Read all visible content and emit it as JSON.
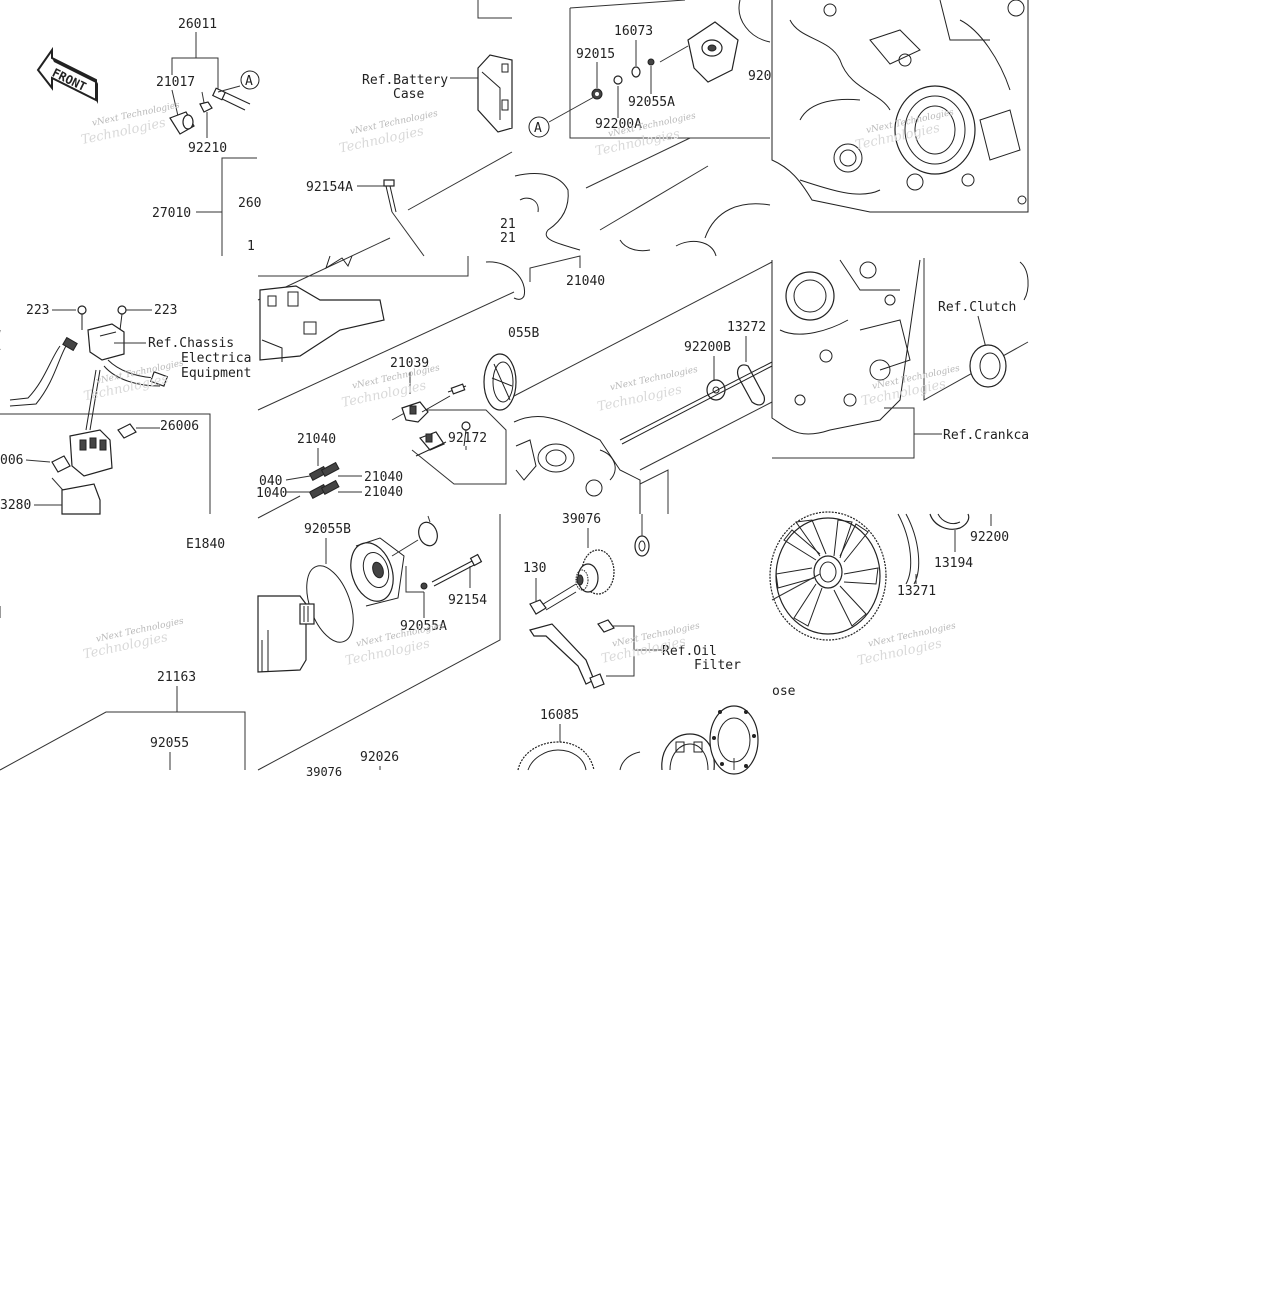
{
  "diagram": {
    "front_label": "FRONT",
    "callout_letter": "A",
    "diagram_code": "E1840",
    "watermark_line1": "vNext Technologies",
    "watermark_line2": "Technologies",
    "part_labels": {
      "p26011": "26011",
      "p21017": "21017",
      "p92210": "92210",
      "p27010": "27010",
      "p260": "260",
      "p1": "1",
      "p223a": "223",
      "p223b": "223",
      "p26006a": "26006",
      "p006": "006",
      "p3280": "3280",
      "p21163": "21163",
      "p92055": "92055",
      "p92154A": "92154A",
      "p21039": "21039",
      "p21040a": "21040",
      "p21040b": "21040",
      "p21040c": "21040",
      "p040": "040",
      "p1040": "1040",
      "p92172": "92172",
      "p92055B": "92055B",
      "p92154": "92154",
      "p92055A_mid": "92055A",
      "p92026": "92026",
      "p39076_cut": "39076",
      "p16073": "16073",
      "p92015": "92015",
      "p92055A_top": "92055A",
      "p92200A": "92200A",
      "p920": "920",
      "p21a": "21",
      "p21b": "21",
      "p21040_top": "21040",
      "p055B": "055B",
      "p92200B": "92200B",
      "p13272": "13272",
      "p39076": "39076",
      "p130": "130",
      "p16085": "16085",
      "p13271": "13271",
      "p13194": "13194",
      "p92200": "92200",
      "ose": "ose"
    },
    "refs": {
      "battery_line1": "Ref.Battery",
      "battery_line2": "Case",
      "chassis_line1": "Ref.Chassis",
      "chassis_line2": "Electrica",
      "chassis_line3": "Equipment",
      "oil_line1": "Ref.Oil",
      "oil_line2": "Filter",
      "clutch": "Ref.Clutch",
      "crankcase": "Ref.Crankca"
    }
  }
}
